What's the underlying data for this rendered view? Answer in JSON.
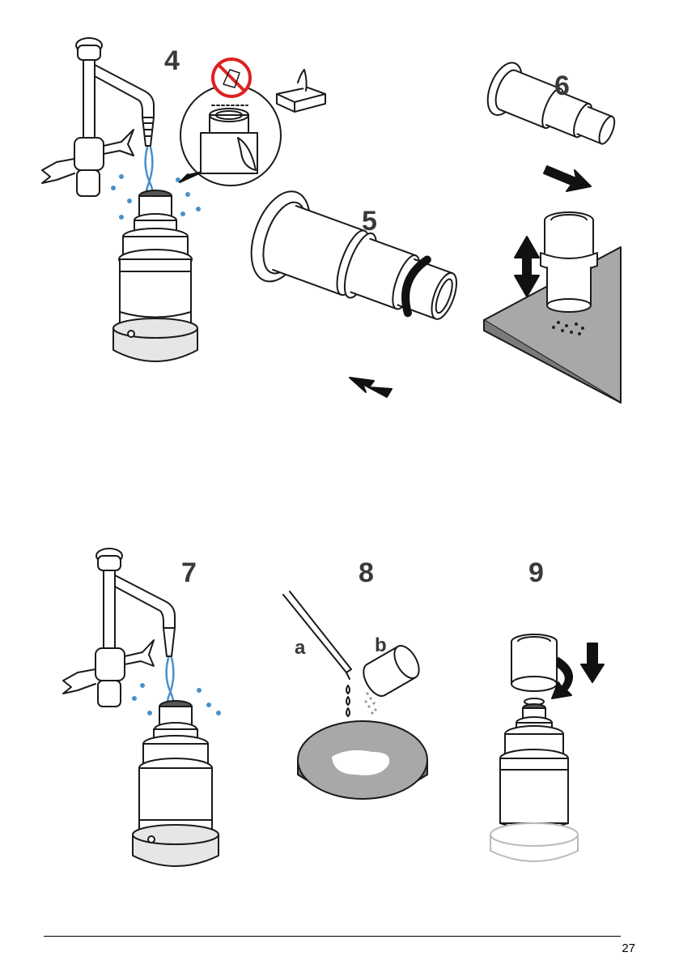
{
  "page_number": "27",
  "steps": {
    "s4": "4",
    "s5": "5",
    "s6": "6",
    "s7": "7",
    "s8": "8",
    "s9": "9"
  },
  "sub_labels": {
    "a": "a",
    "b": "b"
  },
  "icons": {
    "prohibited": "no-brush-icon",
    "tissue": "tissue-box-icon"
  },
  "colors": {
    "line": "#1a1a1a",
    "water": "#4a90c8",
    "prohibit_red": "#e02020",
    "gray_fill": "#a8a8a8",
    "light_gray": "#e6e6e6"
  }
}
